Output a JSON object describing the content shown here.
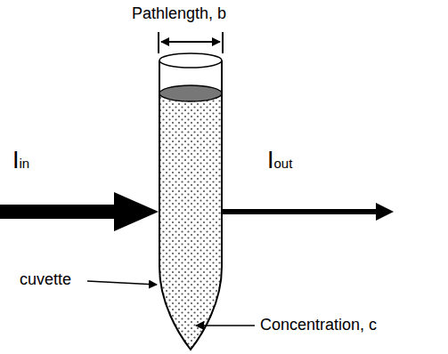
{
  "diagram": {
    "labels": [
      "Pathlength, b",
      "Iin",
      "Iout",
      "cuvette",
      "Concentration, c"
    ]
  }
}
